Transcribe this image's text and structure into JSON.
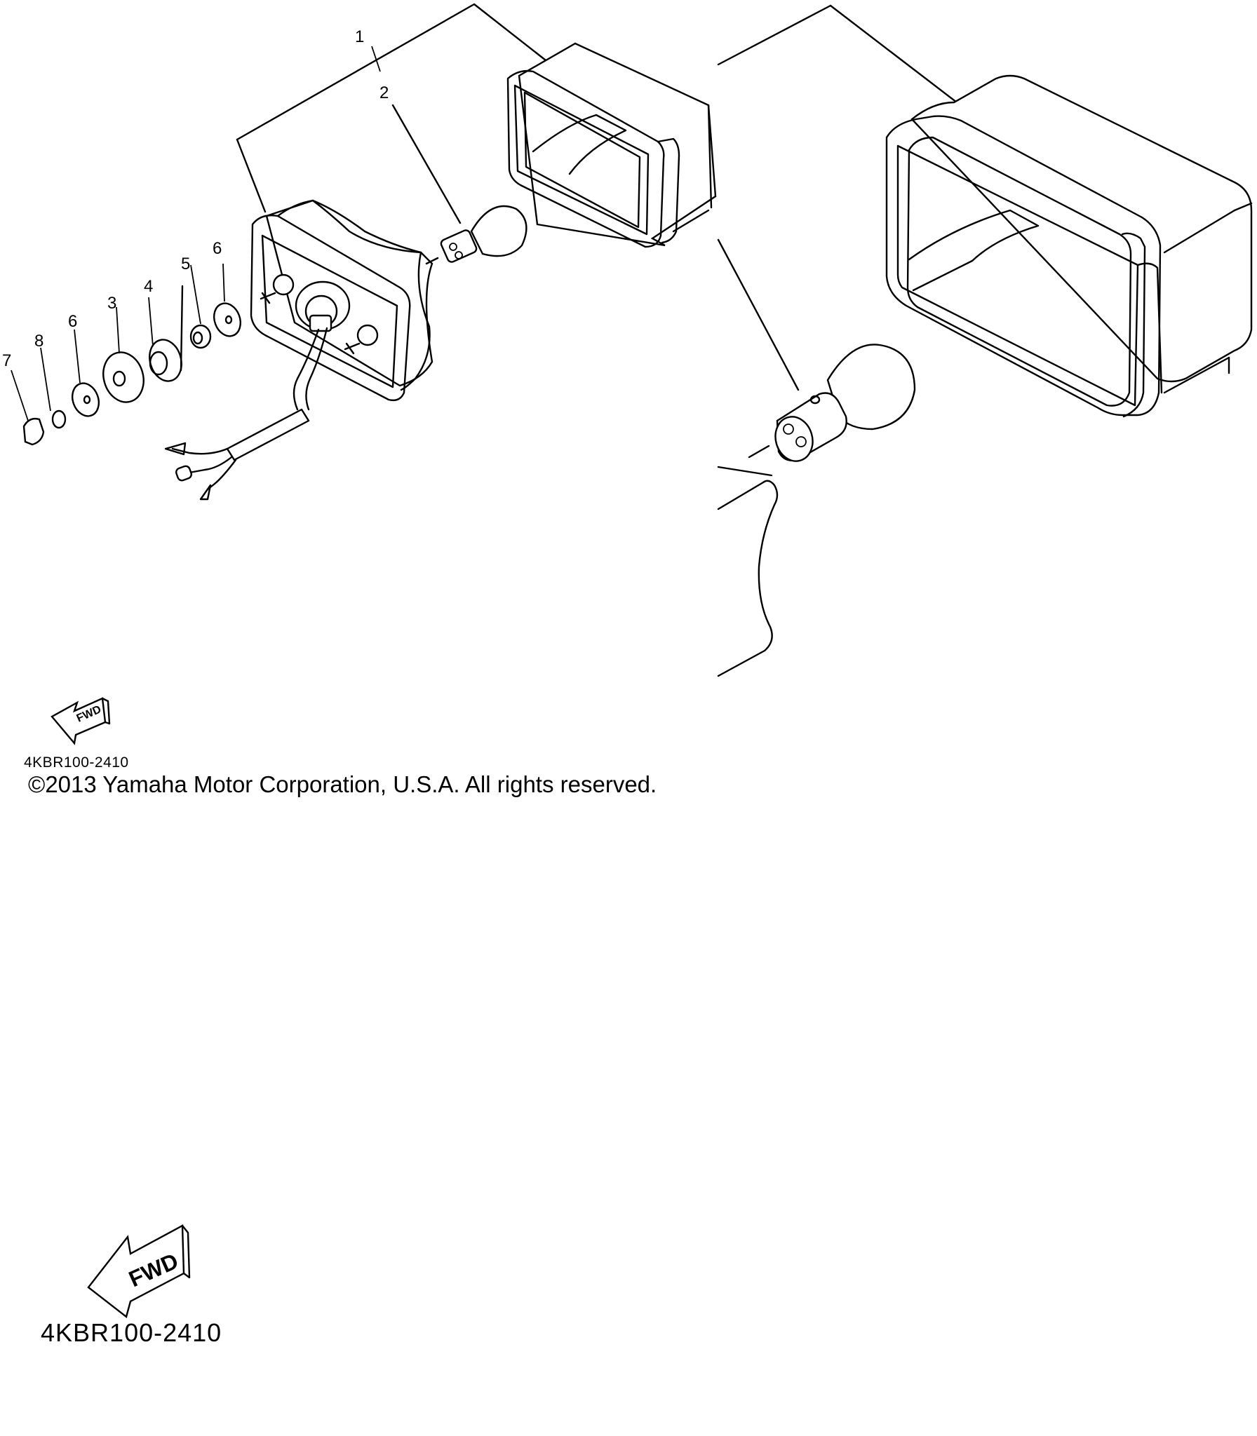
{
  "callouts": [
    {
      "num": "1"
    },
    {
      "num": "2"
    },
    {
      "num": "3"
    },
    {
      "num": "4"
    },
    {
      "num": "5"
    },
    {
      "num": "6"
    },
    {
      "num": "6"
    },
    {
      "num": "7"
    },
    {
      "num": "8"
    }
  ],
  "fwd_small": "FWD",
  "fwd_large": "FWD",
  "code_small": "4KBR100-2410",
  "copyright": "©2013 Yamaha Motor Corporation, U.S.A. All rights reserved.",
  "code_large": "4KBR100-2410"
}
